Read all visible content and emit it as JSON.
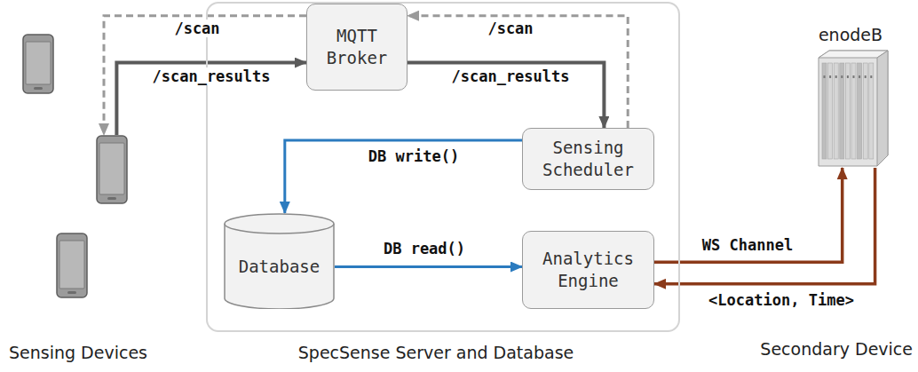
{
  "diagram": {
    "nodes": [
      {
        "text": [
          "SpecSense Server and Database"
        ]
      },
      {
        "text": [
          "MQTT Broker"
        ],
        "in": 0
      },
      {
        "text": [
          "Sensing Scheduler"
        ],
        "in": 0
      },
      {
        "text": [
          "Database"
        ],
        "in": 0
      },
      {
        "text": [
          "Analytics Engine"
        ],
        "in": 0
      },
      {
        "text": [
          "Sensing Devices"
        ]
      },
      {
        "text": [
          "enodeB",
          "Secondary Device"
        ]
      }
    ],
    "edges": [
      {
        "from": 2,
        "to": 1,
        "label": "/scan",
        "arrow": "to"
      },
      {
        "from": 1,
        "to": 5,
        "label": "/scan",
        "arrow": "to"
      },
      {
        "from": 5,
        "to": 1,
        "label": "/scan_results",
        "arrow": "to"
      },
      {
        "from": 1,
        "to": 2,
        "label": "/scan_results",
        "arrow": "to"
      },
      {
        "from": 2,
        "to": 3,
        "label": "DB write()",
        "arrow": "to"
      },
      {
        "from": 3,
        "to": 4,
        "label": "DB read()",
        "arrow": "to"
      },
      {
        "from": 4,
        "to": 6,
        "label": "WS Channel",
        "arrow": "to"
      },
      {
        "from": 6,
        "to": 4,
        "label": "<Location, Time>",
        "arrow": "to"
      }
    ]
  }
}
